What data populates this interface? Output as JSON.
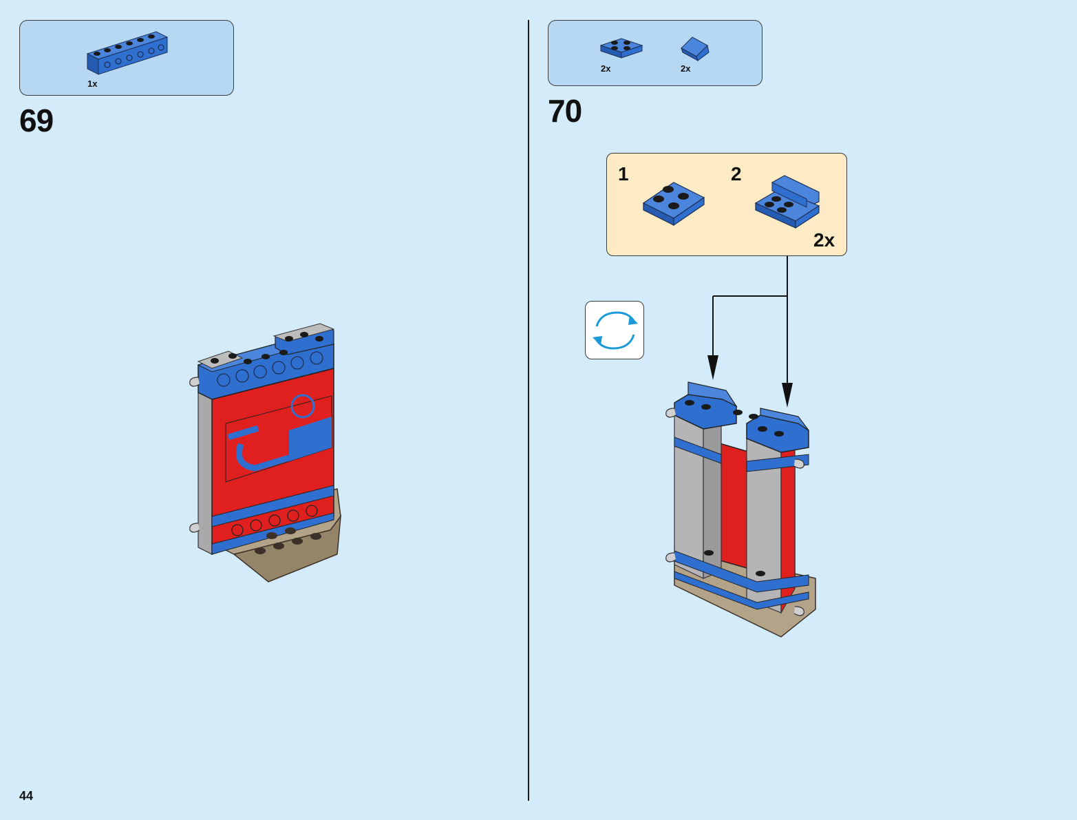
{
  "page": {
    "number": "44"
  },
  "colors": {
    "background": "#d4ebfa",
    "parts_box": "#b7d8f3",
    "sub_box": "#fdebc6",
    "brick_blue": "#2f6fd0",
    "brick_red": "#e0201f",
    "brick_grey": "#a9a9ab",
    "brick_tan": "#b3a389",
    "rotate_arrow": "#1a9ad9"
  },
  "step69": {
    "number": "69",
    "parts": [
      {
        "name": "blue-1x6-technic-brick",
        "qty": "1x"
      }
    ]
  },
  "step70": {
    "number": "70",
    "parts": [
      {
        "name": "blue-2x2-plate",
        "qty": "2x"
      },
      {
        "name": "blue-slope-brick",
        "qty": "2x"
      }
    ],
    "subassembly": {
      "steps": [
        {
          "label": "1"
        },
        {
          "label": "2"
        }
      ],
      "qty": "2x"
    },
    "rotate_icon": "rotate-model-icon"
  }
}
